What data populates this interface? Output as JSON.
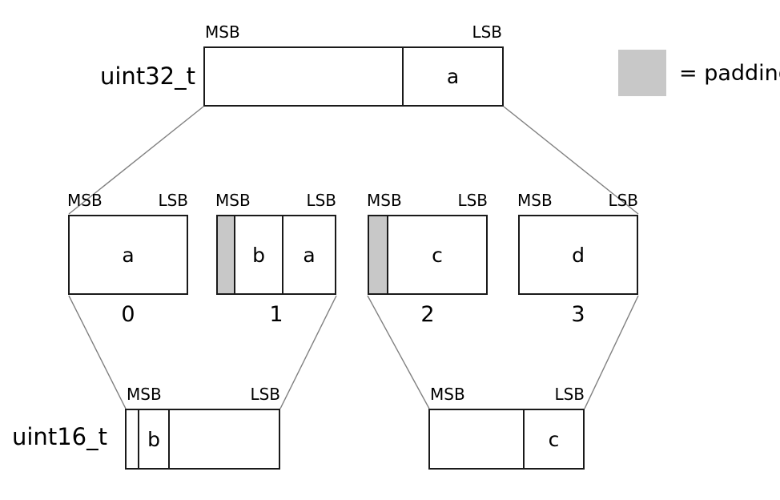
{
  "diagram": {
    "title_hidden": "",
    "legend": {
      "swatch_name": "padding-swatch",
      "text": "= padding",
      "color": "#c8c8c8"
    },
    "colors": {
      "padding": "#c8c8c8",
      "box_border": "#1a1a1a",
      "connector": "#808080",
      "background": "#ffffff"
    },
    "edge_labels": {
      "msb": "MSB",
      "lsb": "LSB"
    },
    "rows": {
      "uint32": {
        "type_label": "uint32_t",
        "msb": "MSB",
        "lsb": "LSB",
        "cells": [
          {
            "label": "",
            "padding": false
          },
          {
            "label": "a",
            "padding": false
          }
        ]
      },
      "bytes": {
        "indices": [
          "0",
          "1",
          "2",
          "3"
        ],
        "boxes": [
          {
            "index": "0",
            "msb": "MSB",
            "lsb": "LSB",
            "cells": [
              {
                "label": "a",
                "padding": false
              }
            ]
          },
          {
            "index": "1",
            "msb": "MSB",
            "lsb": "LSB",
            "cells": [
              {
                "label": "",
                "padding": true
              },
              {
                "label": "b",
                "padding": false
              },
              {
                "label": "a",
                "padding": false
              }
            ]
          },
          {
            "index": "2",
            "msb": "MSB",
            "lsb": "LSB",
            "cells": [
              {
                "label": "",
                "padding": true
              },
              {
                "label": "c",
                "padding": false
              }
            ]
          },
          {
            "index": "3",
            "msb": "MSB",
            "lsb": "LSB",
            "cells": [
              {
                "label": "d",
                "padding": false
              }
            ]
          }
        ]
      },
      "uint16": {
        "type_label": "uint16_t",
        "boxes": [
          {
            "msb": "MSB",
            "lsb": "LSB",
            "cells": [
              {
                "label": "",
                "padding": false
              },
              {
                "label": "b",
                "padding": false
              },
              {
                "label": "",
                "padding": false
              }
            ]
          },
          {
            "msb": "MSB",
            "lsb": "LSB",
            "cells": [
              {
                "label": "",
                "padding": false
              },
              {
                "label": "c",
                "padding": false
              }
            ]
          }
        ]
      }
    }
  }
}
